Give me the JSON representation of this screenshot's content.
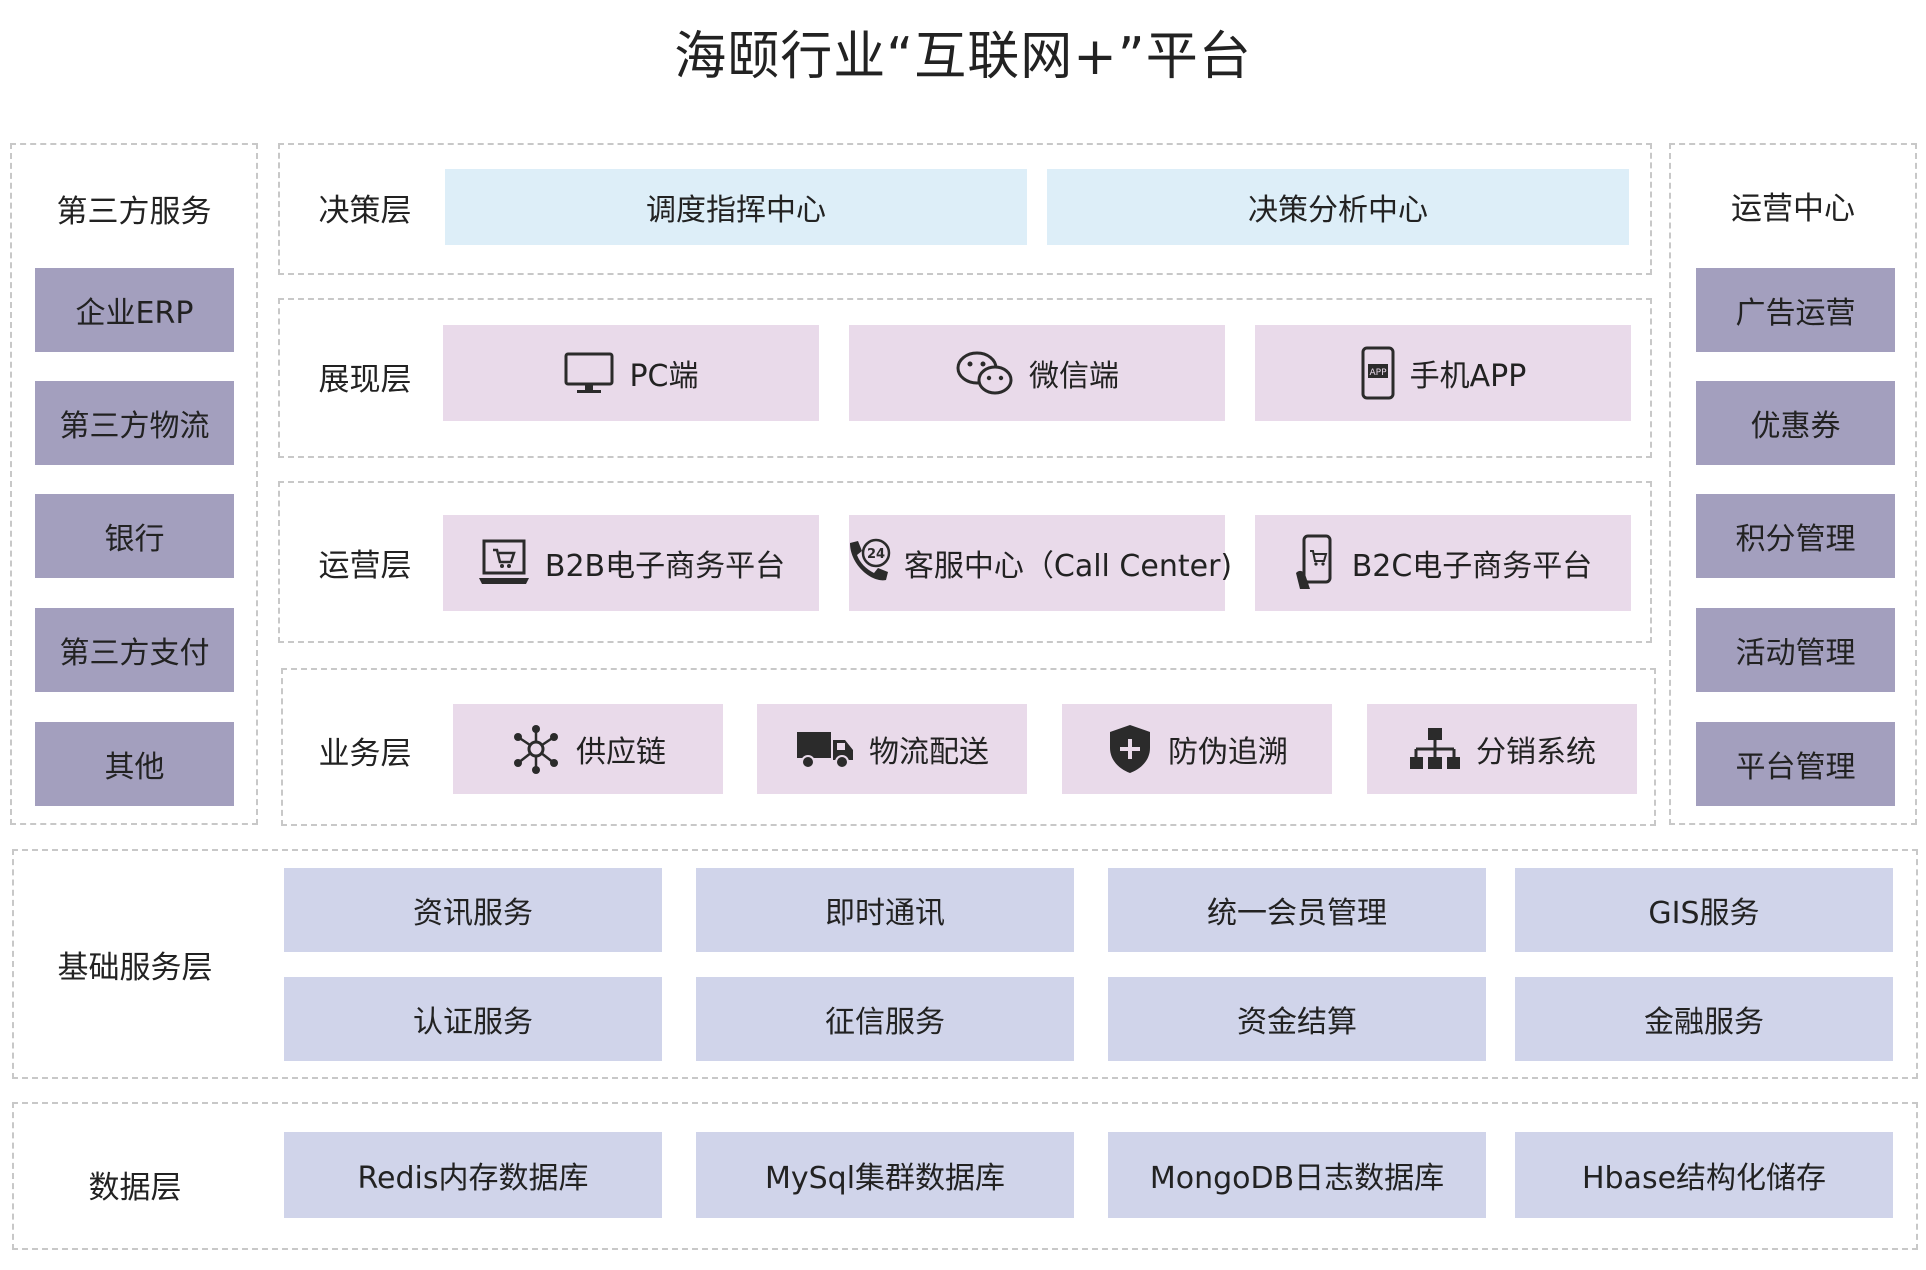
{
  "title": "海颐行业“互联网+”平台",
  "left_panel": {
    "heading": "第三方服务",
    "items": [
      "企业ERP",
      "第三方物流",
      "银行",
      "第三方支付",
      "其他"
    ]
  },
  "right_panel": {
    "heading": "运营中心",
    "items": [
      "广告运营",
      "优惠券",
      "积分管理",
      "活动管理",
      "平台管理"
    ]
  },
  "layers": {
    "decision": {
      "label": "决策层",
      "items": [
        "调度指挥中心",
        "决策分析中心"
      ]
    },
    "presentation": {
      "label": "展现层",
      "items": [
        {
          "icon": "monitor-icon",
          "text": "PC端"
        },
        {
          "icon": "wechat-icon",
          "text": "微信端"
        },
        {
          "icon": "phone-app-icon",
          "text": "手机APP"
        }
      ]
    },
    "operation": {
      "label": "运营层",
      "items": [
        {
          "icon": "laptop-cart-icon",
          "text": "B2B电子商务平台"
        },
        {
          "icon": "phone-24-icon",
          "text": "客服中心（Call Center)"
        },
        {
          "icon": "mobile-shopping-icon",
          "text": "B2C电子商务平台"
        }
      ]
    },
    "business": {
      "label": "业务层",
      "items": [
        {
          "icon": "network-icon",
          "text": "供应链"
        },
        {
          "icon": "truck-icon",
          "text": "物流配送"
        },
        {
          "icon": "shield-plus-icon",
          "text": "防伪追溯"
        },
        {
          "icon": "hierarchy-icon",
          "text": "分销系统"
        }
      ]
    },
    "foundation": {
      "label": "基础服务层",
      "row1": [
        "资讯服务",
        "即时通讯",
        "统一会员管理",
        "GIS服务"
      ],
      "row2": [
        "认证服务",
        "征信服务",
        "资金结算",
        "金融服务"
      ]
    },
    "data": {
      "label": "数据层",
      "items": [
        "Redis内存数据库",
        "MySql集群数据库",
        "MongoDB日志数据库",
        "Hbase结构化储存"
      ]
    }
  },
  "colors": {
    "side_box": "#a39fbe",
    "decision_box": "#ddeef8",
    "middle_box": "#e9daea",
    "base_box": "#d0d4ea",
    "dashed_border": "#c8c8c8",
    "icon": "#2b2b2b"
  }
}
